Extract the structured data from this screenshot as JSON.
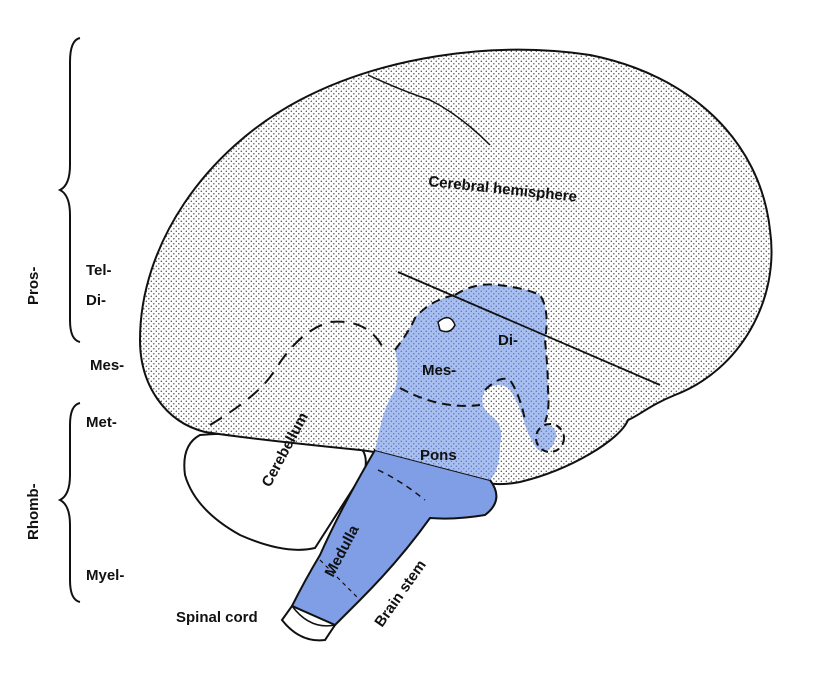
{
  "left_labels": {
    "pros": "Pros-",
    "tel": "Tel-",
    "di": "Di-",
    "mes": "Mes-",
    "met": "Met-",
    "rhomb": "Rhomb-",
    "myel": "Myel-"
  },
  "structure_labels": {
    "cerebral_hemisphere": "Cerebral hemisphere",
    "di": "Di-",
    "mes": "Mes-",
    "pons": "Pons",
    "cerebellum": "Cerebellum",
    "medulla": "Medulla",
    "brain_stem": "Brain stem",
    "spinal_cord": "Spinal cord"
  },
  "colors": {
    "brainstem_fill": "#7f9ee6",
    "brainstem_light": "#a9bff0",
    "outline": "#111111",
    "stipple": "#555555"
  }
}
